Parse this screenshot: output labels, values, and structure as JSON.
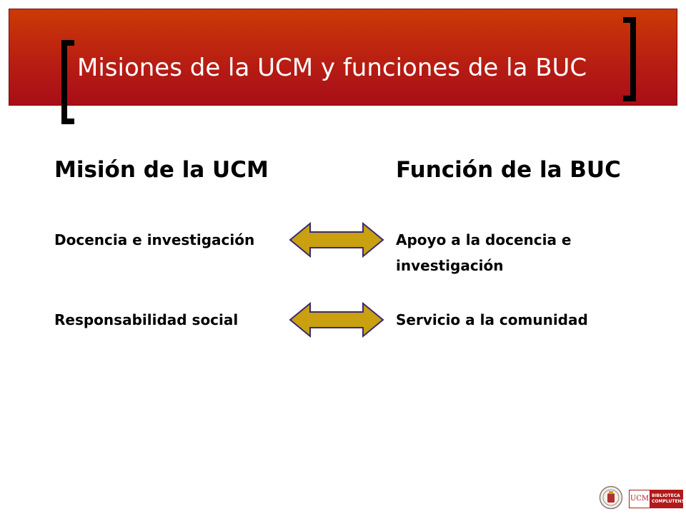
{
  "title": "Misiones de la UCM y funciones de la BUC",
  "headings": {
    "left": "Misión de la UCM",
    "right": "Función de la BUC"
  },
  "rows": [
    {
      "left": "Docencia e investigación",
      "right_line1": "Apoyo a la docencia e",
      "right_line2": "investigación"
    },
    {
      "left": "Responsabilidad social",
      "right_line1": "Servicio a la comunidad"
    }
  ],
  "logo": {
    "ucm": "UCM",
    "line1": "BIBLIOTECA",
    "line2": "COMPLUTENSE"
  },
  "colors": {
    "header_top": "#cc3a06",
    "header_bottom": "#a80d18",
    "arrow_fill": "#c8a010",
    "arrow_stroke": "#3a2a70"
  }
}
